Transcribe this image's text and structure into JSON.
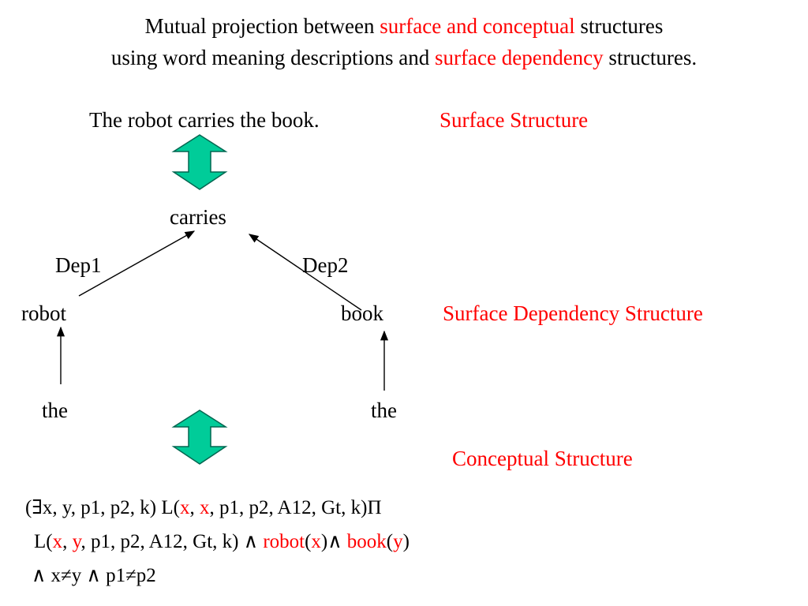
{
  "title": {
    "line1": [
      {
        "text": "Mutual projection between ",
        "red": false
      },
      {
        "text": "surface and conceptual",
        "red": true
      },
      {
        "text": " structures",
        "red": false
      }
    ],
    "line2": [
      {
        "text": "using word meaning descriptions and ",
        "red": false
      },
      {
        "text": "surface dependency",
        "red": true
      },
      {
        "text": " structures.",
        "red": false
      }
    ]
  },
  "sentence": "The robot carries the book.",
  "labels": {
    "surface_structure": "Surface Structure",
    "surface_dependency_structure": "Surface Dependency Structure",
    "conceptual_structure": "Conceptual Structure"
  },
  "tree": {
    "root": "carries",
    "dep1": "Dep1",
    "dep2": "Dep2",
    "left_node": "robot",
    "right_node": "book",
    "left_leaf": "the",
    "right_leaf": "the"
  },
  "formula": {
    "line1": [
      {
        "text": "(∃x, y, p1, p2, k) L(",
        "red": false
      },
      {
        "text": "x",
        "red": true
      },
      {
        "text": ", ",
        "red": false
      },
      {
        "text": "x",
        "red": true
      },
      {
        "text": ", p1, p2, A12, Gt, k)Π",
        "red": false
      }
    ],
    "line2": [
      {
        "text": "L(",
        "red": false
      },
      {
        "text": "x",
        "red": true
      },
      {
        "text": ", ",
        "red": false
      },
      {
        "text": "y",
        "red": true
      },
      {
        "text": ", p1, p2, A12, Gt, k) ∧ ",
        "red": false
      },
      {
        "text": "robot",
        "red": true
      },
      {
        "text": "(",
        "red": false
      },
      {
        "text": "x",
        "red": true
      },
      {
        "text": ")∧ ",
        "red": false
      },
      {
        "text": "book",
        "red": true
      },
      {
        "text": "(",
        "red": false
      },
      {
        "text": "y",
        "red": true
      },
      {
        "text": ")",
        "red": false
      }
    ],
    "line3": [
      {
        "text": "∧ x≠y ∧ p1≠p2",
        "red": false
      }
    ]
  },
  "colors": {
    "accent_red": "#ff0000",
    "arrow_fill": "#00cc99",
    "arrow_stroke": "#006650"
  },
  "icons": {
    "projection_arrow": "double-headed-vertical-arrow-icon"
  }
}
